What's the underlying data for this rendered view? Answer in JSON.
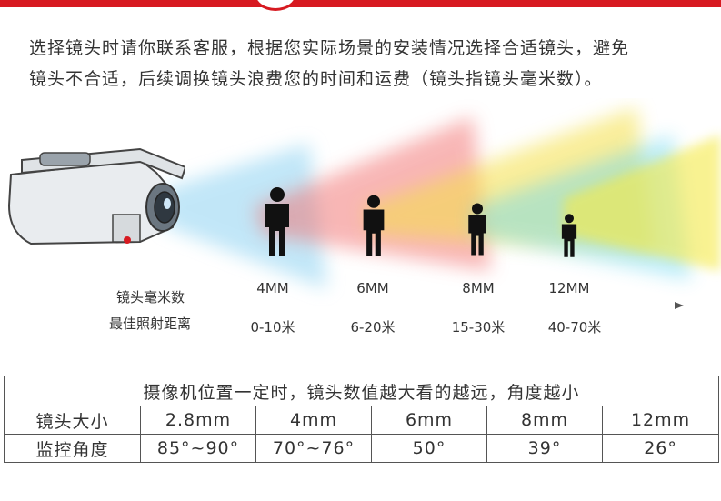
{
  "intro": {
    "line1": "选择镜头时请你联系客服，根据您实际场景的安装情况选择合适镜头，避免",
    "line2": "镜头不合适，后续调换镜头浪费您的时间和运费（镜头指镜头毫米数）。"
  },
  "diagram": {
    "lens_row_label": "镜头毫米数",
    "distance_row_label": "最佳照射距离",
    "lenses": [
      "4MM",
      "6MM",
      "8MM",
      "12MM"
    ],
    "distances": [
      "0-10米",
      "6-20米",
      "15-30米",
      "40-70米"
    ],
    "beam_colors": [
      "#8fd3f2",
      "#f2706e",
      "#f4e04a",
      "#6ad7f0",
      "#f5ea4a"
    ]
  },
  "table": {
    "caption": "摄像机位置一定时，镜头数值越大看的越远，角度越小",
    "rows": [
      [
        "镜头大小",
        "2.8mm",
        "4mm",
        "6mm",
        "8mm",
        "12mm"
      ],
      [
        "监控角度",
        "85°~90°",
        "70°~76°",
        "50°",
        "39°",
        "26°"
      ]
    ]
  }
}
